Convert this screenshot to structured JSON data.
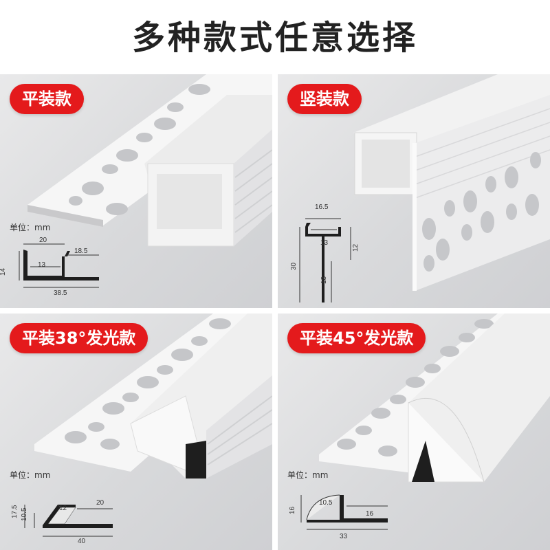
{
  "page": {
    "title": "多种款式任意选择"
  },
  "colors": {
    "badge": "#e41a1c",
    "profile": "#1e1e1e",
    "panel_bg": "#d9dadc"
  },
  "panels": [
    {
      "badge": "平装款",
      "unit": "单位：mm",
      "dims": {
        "height": "14",
        "inner_width": "20",
        "flange": "18.5",
        "channel": "13",
        "total": "38.5"
      }
    },
    {
      "badge": "竖装款",
      "dims": {
        "width": "16.5",
        "channel": "13",
        "right_height": "12",
        "total_height": "30",
        "lower": "18"
      }
    },
    {
      "badge": "平装38°发光款",
      "unit": "单位：mm",
      "dims": {
        "height": "17.5",
        "inner_height": "10.5",
        "diffuser": "12",
        "flange": "20",
        "total": "40"
      }
    },
    {
      "badge": "平装45°发光款",
      "unit": "单位：mm",
      "dims": {
        "height": "16",
        "diffuser": "10.5",
        "flange": "16",
        "total": "33"
      }
    }
  ]
}
